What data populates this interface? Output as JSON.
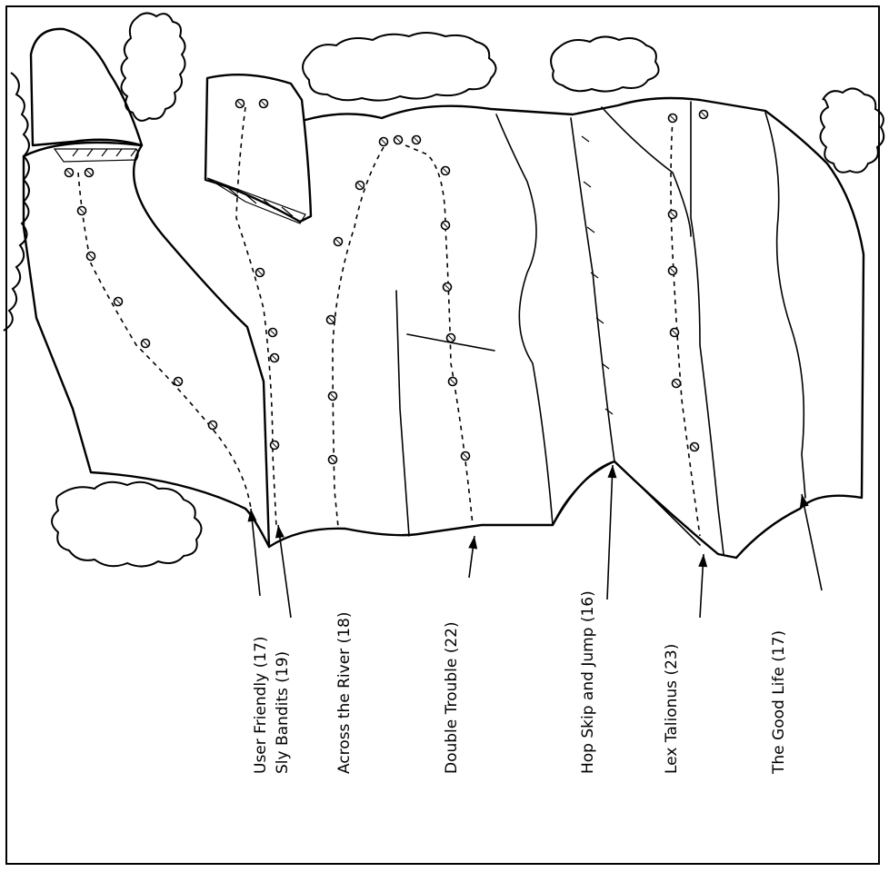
{
  "topo": {
    "routes": [
      {
        "key": "user_friendly",
        "name": "User Friendly",
        "grade": "17",
        "label": "User Friendly (17)"
      },
      {
        "key": "sly_bandits",
        "name": "Sly Bandits",
        "grade": "19",
        "label": "Sly Bandits (19)"
      },
      {
        "key": "across_the_river",
        "name": "Across the River",
        "grade": "18",
        "label": "Across the River (18)"
      },
      {
        "key": "double_trouble",
        "name": "Double Trouble",
        "grade": "22",
        "label": "Double Trouble (22)"
      },
      {
        "key": "hop_skip_and_jump",
        "name": "Hop Skip and Jump",
        "grade": "16",
        "label": "Hop Skip and Jump (16)"
      },
      {
        "key": "lex_talionus",
        "name": "Lex Talionus",
        "grade": "23",
        "label": "Lex Talionus (23)"
      },
      {
        "key": "the_good_life",
        "name": "The Good Life",
        "grade": "17",
        "label": "The Good Life (17)"
      }
    ],
    "icons": {
      "bolt": "bolt-icon",
      "vegetation": "bush-icon",
      "arrow": "arrow-icon"
    }
  }
}
